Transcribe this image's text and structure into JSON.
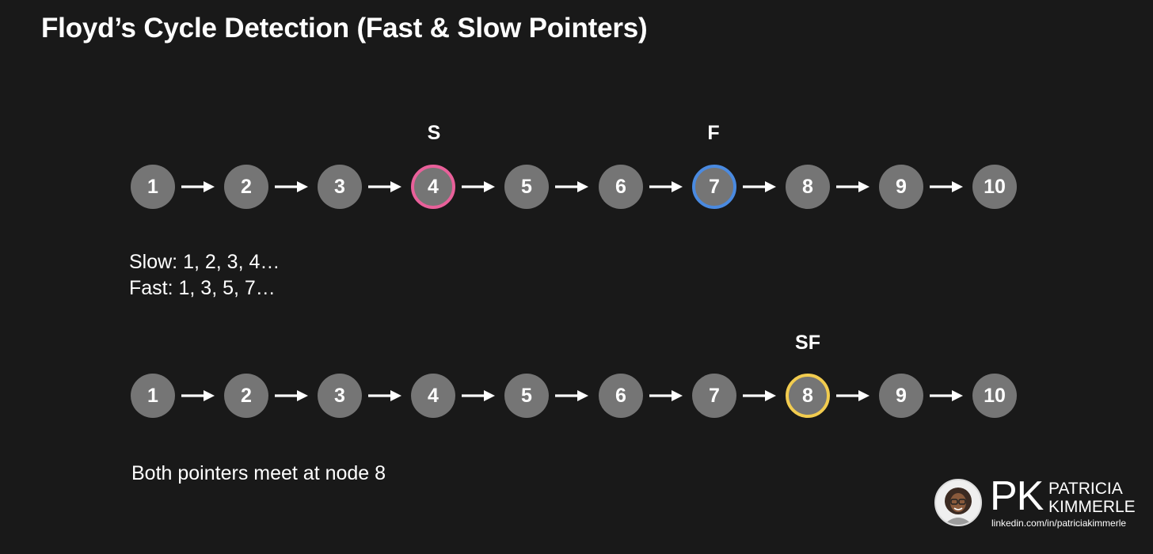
{
  "title": "Floyd’s Cycle Detection (Fast & Slow Pointers)",
  "colors": {
    "background": "#191919",
    "node": "#757575",
    "slow": "#e9609a",
    "fast": "#4a8ae0",
    "meet": "#f2cc4f",
    "text": "#ffffff"
  },
  "row1": {
    "nodes": [
      "1",
      "2",
      "3",
      "4",
      "5",
      "6",
      "7",
      "8",
      "9",
      "10"
    ],
    "pointers": [
      {
        "label": "S",
        "node_index": 3,
        "color": "#e9609a"
      },
      {
        "label": "F",
        "node_index": 6,
        "color": "#4a8ae0"
      }
    ]
  },
  "notes": {
    "slow": "Slow: 1, 2, 3, 4…",
    "fast": "Fast: 1, 3, 5, 7…"
  },
  "row2": {
    "nodes": [
      "1",
      "2",
      "3",
      "4",
      "5",
      "6",
      "7",
      "8",
      "9",
      "10"
    ],
    "pointers": [
      {
        "label": "SF",
        "node_index": 7,
        "color": "#f2cc4f"
      }
    ]
  },
  "conclusion": "Both pointers meet at node 8",
  "brand": {
    "initials": "PK",
    "name_line1": "PATRICIA",
    "name_line2": "KIMMERLE",
    "link": "linkedin.com/in/patriciakimmerle"
  }
}
